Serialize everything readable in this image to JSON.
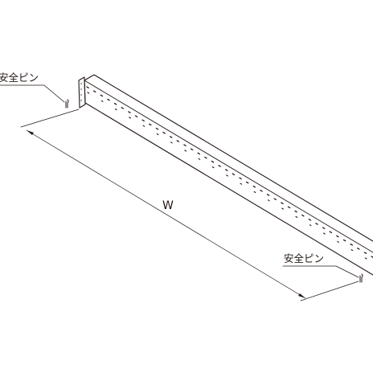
{
  "diagram": {
    "labels": {
      "pin_top": "安全ピン",
      "pin_bottom": "安全ピン",
      "width_dim": "W"
    },
    "colors": {
      "line": "#231815",
      "background": "#ffffff"
    }
  }
}
